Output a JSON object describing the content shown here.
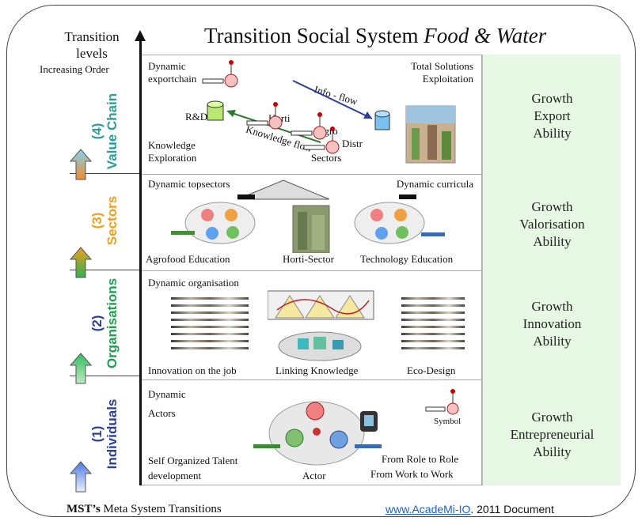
{
  "header": {
    "title_prefix": "Transition Social System ",
    "title_italic": "Food & Water",
    "levels_label": "Transition levels",
    "order_label": "Increasing Order"
  },
  "levels": [
    {
      "number": "(4)",
      "name": "Value Chain",
      "color": "#2e9c9c",
      "texts": {
        "top_left": "Dynamic exportchain",
        "top_right": "Total Solutions Exploitation",
        "rd": "R&D",
        "knowledge_exploration": "Knowledge Exploration",
        "horti": "Horti",
        "agro": "Agro",
        "distr": "Distr",
        "info_flow": "Info - flow",
        "knowledge_flow": "Knowledge flow",
        "sectors": "Sectors"
      },
      "ability": [
        "Growth",
        "Export",
        "Ability"
      ]
    },
    {
      "number": "(3)",
      "name": "Sectors",
      "color": "#f0a020",
      "texts": {
        "top_left": "Dynamic topsectors",
        "top_right": "Dynamic curricula",
        "bottom_left": "Agrofood Education",
        "bottom_mid": "Horti-Sector",
        "bottom_right": "Technology Education"
      },
      "ability": [
        "Growth",
        "Valorisation",
        "Ability"
      ]
    },
    {
      "number": "(2)",
      "name": "Organisations",
      "color": "#20a050",
      "texts": {
        "top_left": "Dynamic organisation",
        "bottom_left": "Innovation on the job",
        "bottom_mid": "Linking Knowledge",
        "bottom_right": "Eco-Design"
      },
      "ability": [
        "Growth",
        "Innovation",
        "Ability"
      ]
    },
    {
      "number": "(1)",
      "name": "Individuals",
      "color": "#2a3f9a",
      "texts": {
        "top_left": "Dynamic Actors",
        "symbol": "Symbol",
        "bottom_left": "Self Organized Talent development",
        "bottom_mid": "Actor",
        "bottom_right_1": "From Role to Role",
        "bottom_right_2": "From Work to Work"
      },
      "ability": [
        "Growth",
        "Entrepreneurial",
        "Ability"
      ]
    }
  ],
  "footer": {
    "left_bold": "MST’s",
    "left_rest": " Meta System Transitions",
    "link": "www.AcadeMi-IO",
    "right_rest": ". 2011 Document"
  },
  "colors": {
    "green_panel": "#e6f7e3",
    "arrow_up": "#4aa3d6"
  }
}
